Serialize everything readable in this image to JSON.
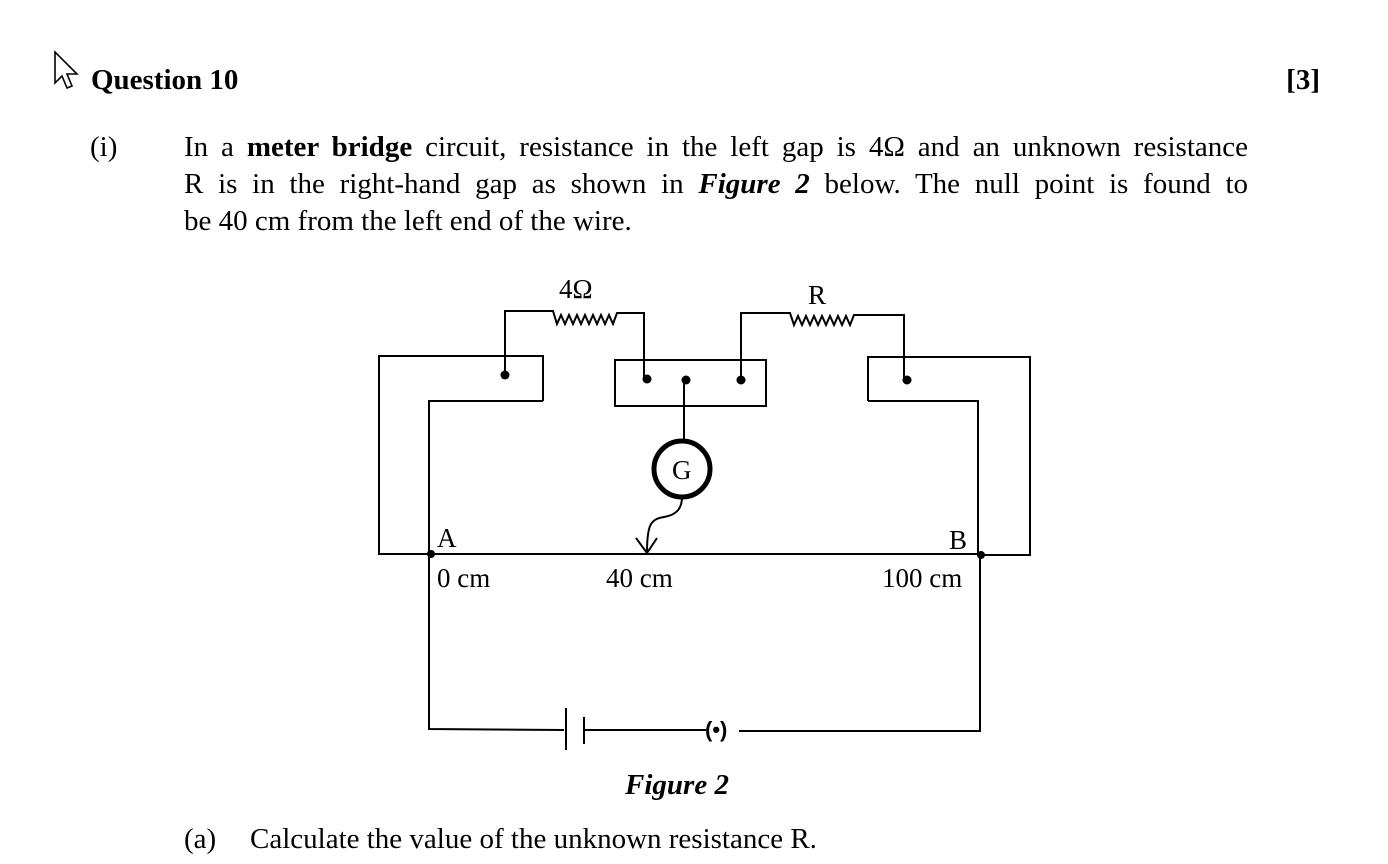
{
  "question": {
    "title": "Question 10",
    "marks": "[3]"
  },
  "part_i": {
    "label": "(i)",
    "line1_a": "In a ",
    "line1_bold": "meter bridge",
    "line1_b": " circuit, resistance in the left gap is 4Ω and an unknown resistance",
    "line2_a": "R is in the right-hand gap as shown in ",
    "line2_figref": "Figure 2",
    "line2_b": " below.  The null point is found to",
    "line3": "be 40 cm from the left end of the wire."
  },
  "figure": {
    "caption": "Figure 2",
    "labels": {
      "left_resistor": "4Ω",
      "right_resistor": "R",
      "galvanometer": "G",
      "end_a": "A",
      "end_b": "B",
      "scale_zero": "0 cm",
      "scale_null": "40 cm",
      "scale_full": "100 cm",
      "key": "(•)"
    }
  },
  "part_a": {
    "label": "(a)",
    "text": "Calculate the value of the unknown resistance R."
  }
}
